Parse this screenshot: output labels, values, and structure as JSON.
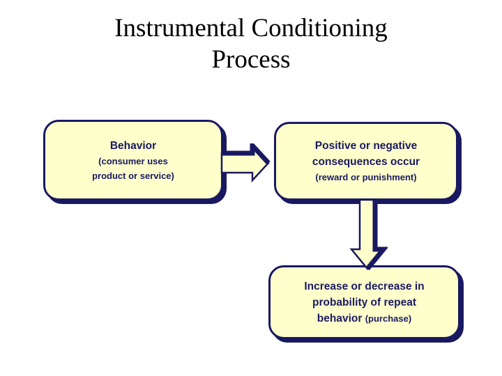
{
  "page": {
    "title": "Instrumental Conditioning\nProcess",
    "background_color": "#ffffff",
    "accent_color": "#191961",
    "box_fill_color": "#ffffcc",
    "title_color": "#000000"
  },
  "diagram": {
    "type": "flowchart",
    "nodes": [
      {
        "id": "behavior",
        "lines": [
          {
            "text": "Behavior",
            "emphasis": "main"
          },
          {
            "text": "(consumer uses",
            "emphasis": "sub"
          },
          {
            "text": "product or service)",
            "emphasis": "sub"
          }
        ]
      },
      {
        "id": "consequences",
        "lines": [
          {
            "text": "Positive or negative",
            "emphasis": "main"
          },
          {
            "text": "consequences occur",
            "emphasis": "main"
          },
          {
            "text": "(reward or punishment)",
            "emphasis": "sub"
          }
        ]
      },
      {
        "id": "outcome",
        "lines": [
          {
            "text": "Increase or decrease in",
            "emphasis": "main"
          },
          {
            "text": "probability of repeat",
            "emphasis": "main"
          },
          {
            "text": "behavior ",
            "emphasis": "main",
            "trailing_small": "(purchase)"
          }
        ]
      }
    ],
    "connectors": [
      {
        "id": "behavior-to-consequences",
        "direction": "right",
        "icon": "arrow-right-icon"
      },
      {
        "id": "consequences-to-outcome",
        "direction": "down",
        "icon": "arrow-down-icon"
      }
    ]
  }
}
